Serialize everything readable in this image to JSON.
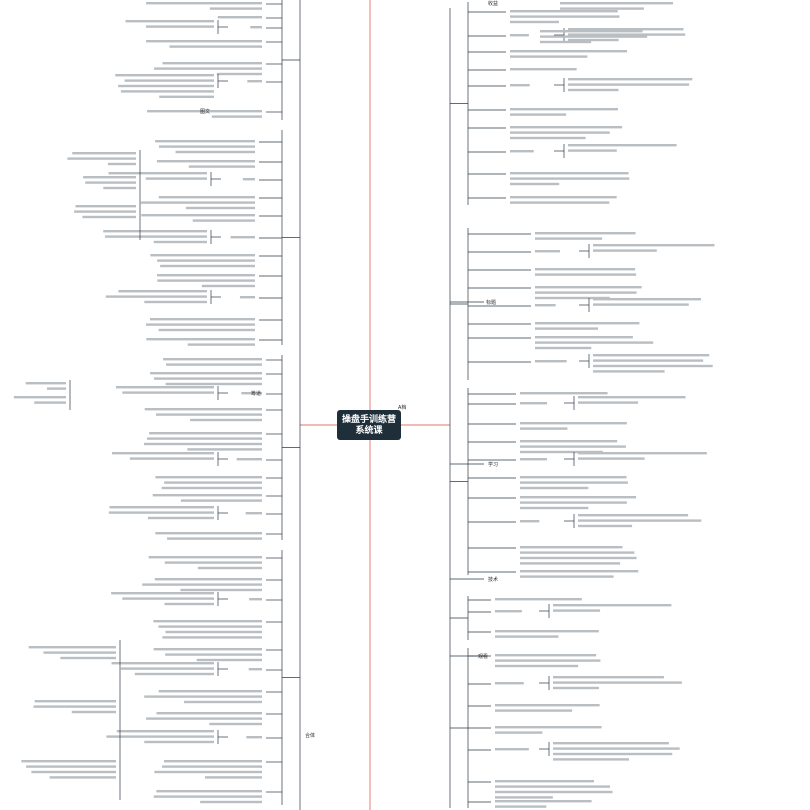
{
  "mindmap": {
    "center_title": "操盘手训练营系统课",
    "accent_color": "#e0443a",
    "line_color": "#2d3a44",
    "text_bar_color": "#b9bec2",
    "branch_tags": [
      "A档",
      "筹道",
      "合体",
      "图文",
      "标题",
      "学习",
      "技术",
      "观看",
      "收益"
    ]
  }
}
